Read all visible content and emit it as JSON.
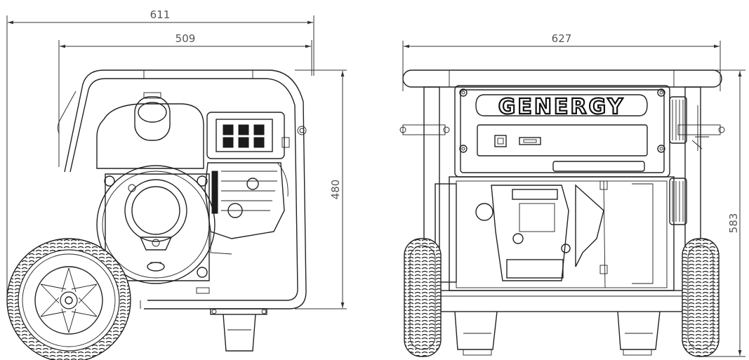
{
  "dimensions": {
    "left_overall_width": "611",
    "left_frame_width": "509",
    "left_height": "480",
    "right_width": "627",
    "right_height": "583"
  },
  "brand": {
    "logo_text": "GENERGY"
  },
  "colors": {
    "line": "#222222",
    "dimension": "#333333",
    "dimension_text": "#555555",
    "background": "#ffffff"
  }
}
